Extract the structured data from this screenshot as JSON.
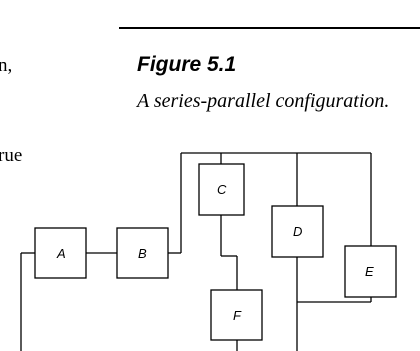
{
  "body_text": {
    "fragment_1": "n,",
    "fragment_2": "rue"
  },
  "figure": {
    "label": "Figure 5.1",
    "caption": "A series-parallel configuration.",
    "blocks": [
      "A",
      "B",
      "C",
      "D",
      "E",
      "F"
    ]
  }
}
